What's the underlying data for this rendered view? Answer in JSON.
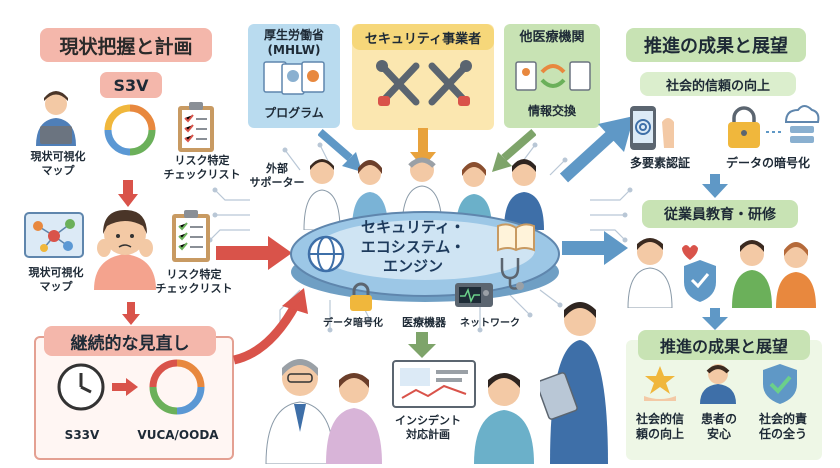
{
  "left": {
    "title": "現状把握と計画",
    "s3v": "S3V",
    "map_label_top": "現状可視化\nマップ",
    "checklist_label_top": "リスク特定\nチェックリスト",
    "map_label_mid": "現状可視化\nマップ",
    "checklist_label_mid": "リスク特定\nチェックリスト",
    "review_title": "継続的な見直し",
    "s33v": "S33V",
    "vuca": "VUCA/OODA"
  },
  "top": {
    "mhlw": "厚生労働省\n(MHLW)",
    "program": "プログラム",
    "vendor": "セキュリティ事業者",
    "other_med": "他医療機関",
    "info_exchange": "情報交換"
  },
  "center": {
    "external_support": "外部\nサポーター",
    "engine": "セキュリティ・\nエコシステム・\nエンジン",
    "data_encryption": "データ暗号化",
    "medical_device": "医療機器",
    "network": "ネットワーク",
    "incident_plan": "インシデント\n対応計画"
  },
  "right": {
    "title": "推進の成果と展望",
    "social_trust": "社会的信頼の向上",
    "mfa": "多要素認証",
    "encryption": "データの暗号化",
    "training": "従業員教育・研修",
    "title2": "推進の成果と展望",
    "out1": "社会的信\n頼の向上",
    "out2": "患者の\n安心",
    "out3": "社会的責\n任の全う"
  },
  "colors": {
    "red_header": "#f4b7ab",
    "blue_header": "#b9dbef",
    "yellow_header": "#f6d77a",
    "green_header": "#c8e3b4",
    "arrow_red": "#d9534a",
    "arrow_blue": "#5f98c6",
    "arrow_green": "#7ea46a",
    "arrow_orange": "#e8a23c",
    "platform": "#9cc7e6"
  }
}
